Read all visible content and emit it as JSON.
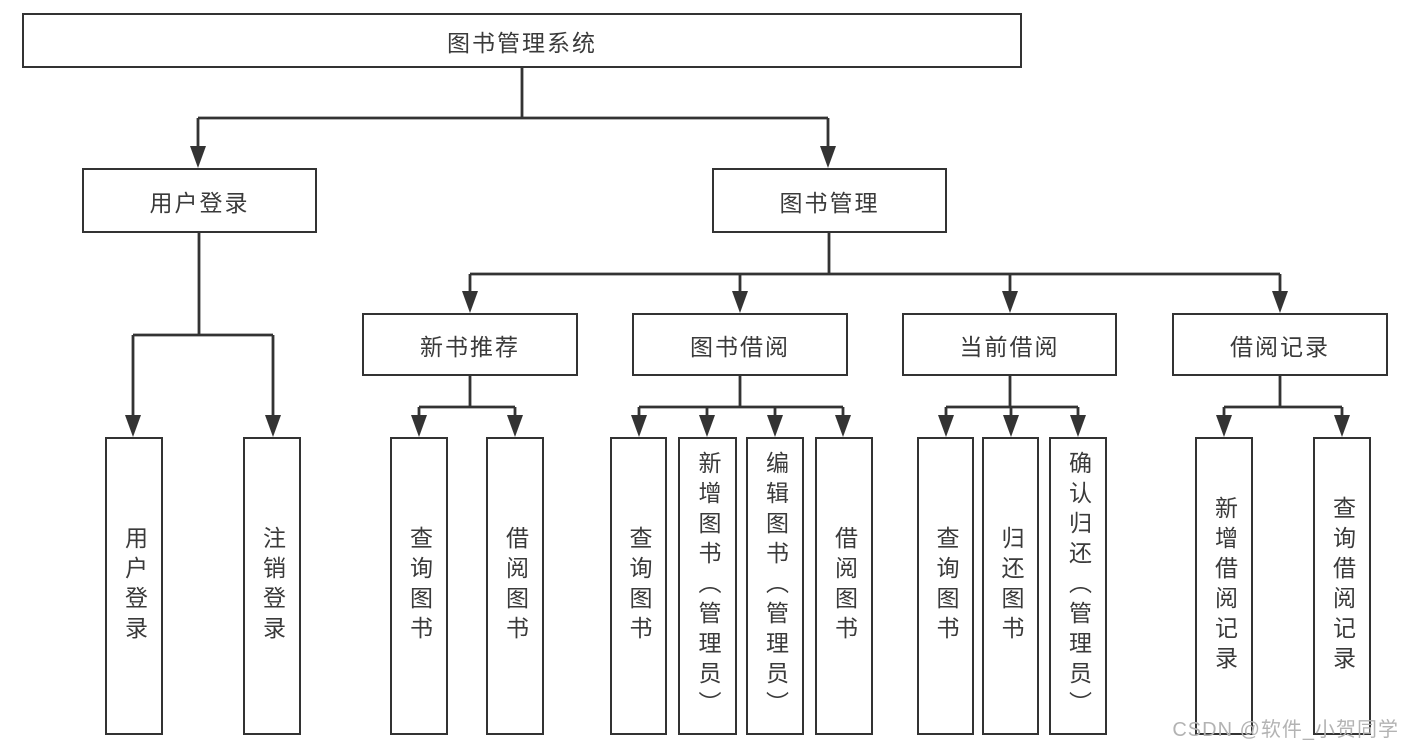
{
  "diagram_title": "图书管理系统",
  "tree": {
    "label": "图书管理系统",
    "children": [
      {
        "label": "用户登录",
        "children": [
          {
            "label": "用户登录"
          },
          {
            "label": "注销登录"
          }
        ]
      },
      {
        "label": "图书管理",
        "children": [
          {
            "label": "新书推荐",
            "children": [
              {
                "label": "查询图书"
              },
              {
                "label": "借阅图书"
              }
            ]
          },
          {
            "label": "图书借阅",
            "children": [
              {
                "label": "查询图书"
              },
              {
                "label": "新增图书（管理员）"
              },
              {
                "label": "编辑图书（管理员）"
              },
              {
                "label": "借阅图书"
              }
            ]
          },
          {
            "label": "当前借阅",
            "children": [
              {
                "label": "查询图书"
              },
              {
                "label": "归还图书"
              },
              {
                "label": "确认归还（管理员）"
              }
            ]
          },
          {
            "label": "借阅记录",
            "children": [
              {
                "label": "新增借阅记录"
              },
              {
                "label": "查询借阅记录"
              }
            ]
          }
        ]
      }
    ]
  },
  "watermark": "CSDN @软件_小贺同学",
  "colors": {
    "line": "#333333",
    "box_border": "#333333",
    "text": "#3a3a3a",
    "watermark": "#b3b3b3",
    "background": "#ffffff"
  }
}
